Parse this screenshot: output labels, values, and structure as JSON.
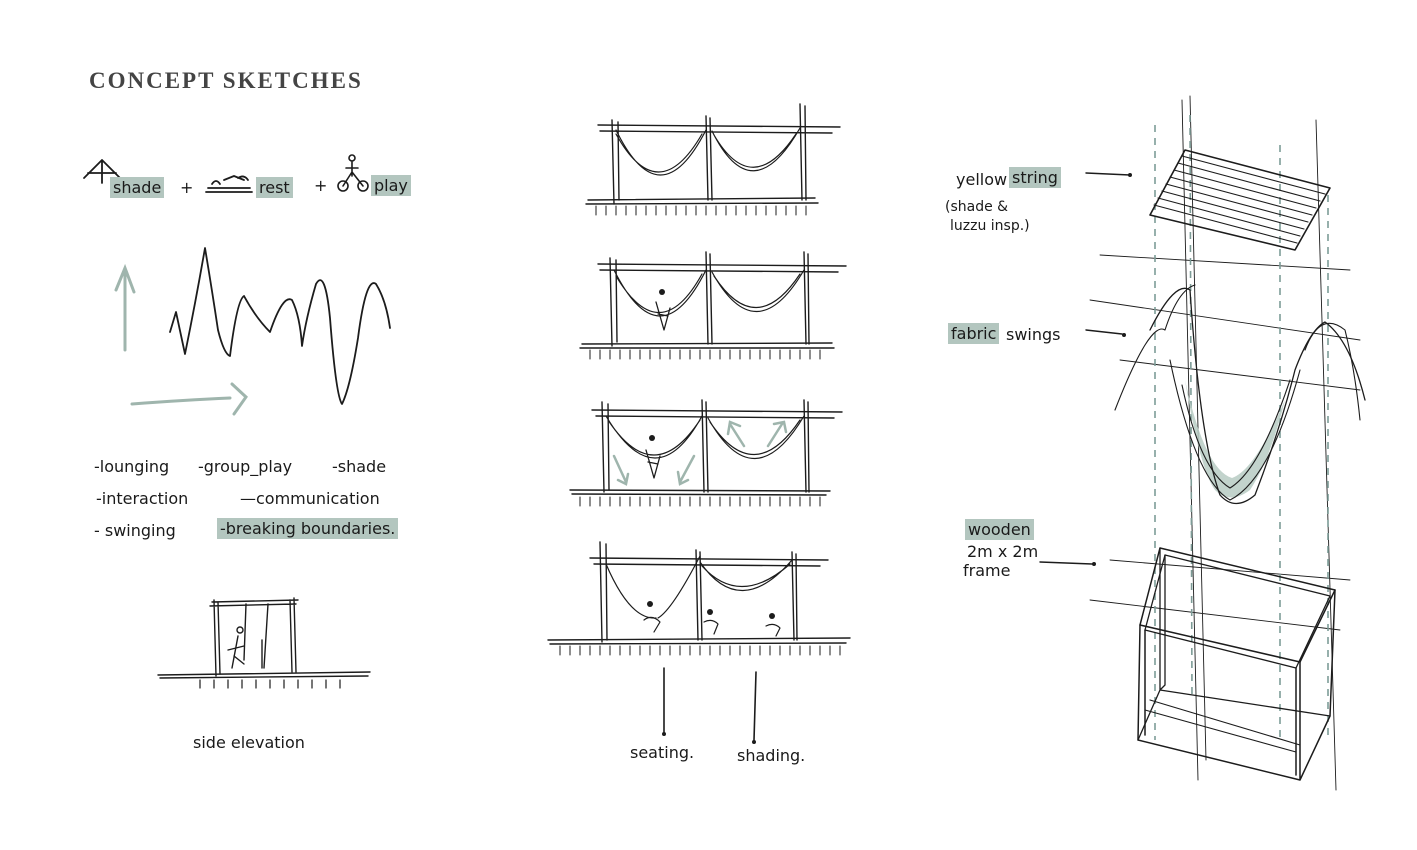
{
  "title": "CONCEPT SKETCHES",
  "formula": {
    "shade": "shade",
    "plus1": "+",
    "rest": "rest",
    "plus2": "+",
    "play": "play"
  },
  "keywords": {
    "lounging": "-lounging",
    "group_play": "-group_play",
    "shade": "-shade",
    "interaction": "-interaction",
    "communication": "—communication",
    "swinging": "- swinging",
    "breaking": "-breaking boundaries."
  },
  "side_elevation": "side elevation",
  "labels": {
    "seating": "seating.",
    "shading": "shading."
  },
  "annotations": {
    "yellow": "yellow",
    "string": "string",
    "shade_note_1": "(shade &",
    "shade_note_2": "luzzu insp.)",
    "fabric": "fabric",
    "swings": "swings",
    "wooden": "wooden",
    "size": "2m x 2m",
    "frame": "frame"
  },
  "colors": {
    "highlight": "#b3c6bf",
    "sage_line": "#9fb5ad",
    "dashed": "#7d9c97",
    "ink": "#1c1c1c"
  }
}
